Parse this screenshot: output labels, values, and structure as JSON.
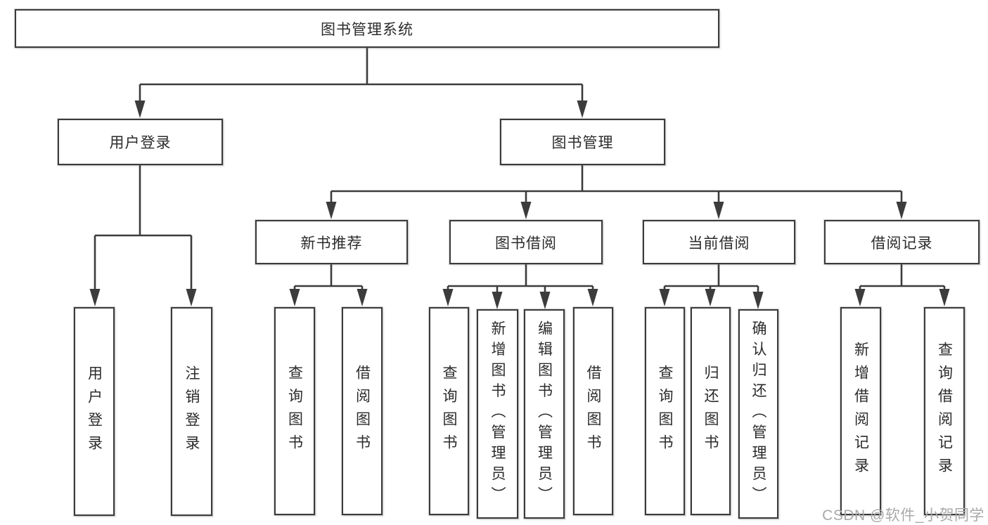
{
  "diagram": {
    "root": "图书管理系统",
    "branches": [
      {
        "label": "用户登录",
        "children": [
          "用户登录",
          "注销登录"
        ]
      },
      {
        "label": "图书管理",
        "groups": [
          {
            "label": "新书推荐",
            "children": [
              "查询图书",
              "借阅图书"
            ]
          },
          {
            "label": "图书借阅",
            "children": [
              "查询图书",
              "新增图书（管理员）",
              "编辑图书（管理员）",
              "借阅图书"
            ]
          },
          {
            "label": "当前借阅",
            "children": [
              "查询图书",
              "归还图书",
              "确认归还（管理员）"
            ]
          },
          {
            "label": "借阅记录",
            "children": [
              "新增借阅记录",
              "查询借阅记录"
            ]
          }
        ]
      }
    ]
  },
  "watermark": "CSDN @软件_小贺同学",
  "colors": {
    "line": "#3c3c3c",
    "box_border": "#3b3b3b",
    "text": "#2b2b2b",
    "watermark": "#a9a9a9",
    "background": "#ffffff"
  }
}
